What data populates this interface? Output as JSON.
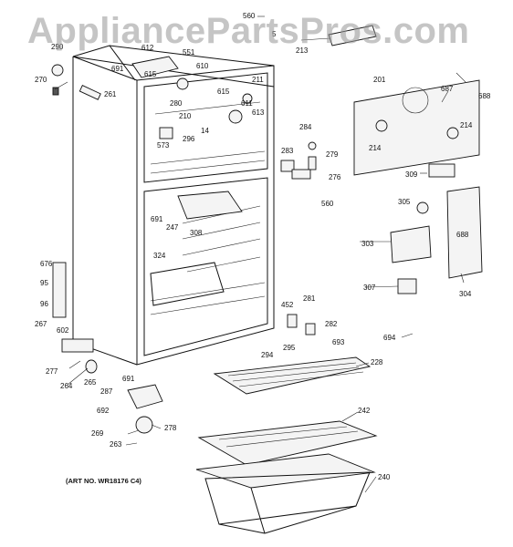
{
  "watermark": "AppliancePartsPros.com",
  "art_number": "(ART NO. WR18176 C4)",
  "labels": {
    "l560a": "560",
    "l5": "5",
    "l213": "213",
    "l290": "290",
    "l612": "612",
    "l551": "551",
    "l691a": "691",
    "l615a": "615",
    "l610": "610",
    "l270": "270",
    "l261": "261",
    "l211": "211",
    "l615b": "615",
    "l280": "280",
    "l611": "611",
    "l210": "210",
    "l613": "613",
    "l14": "14",
    "l573": "573",
    "l296": "296",
    "l201": "201",
    "l687": "687",
    "l688a": "688",
    "l214a": "214",
    "l214b": "214",
    "l284": "284",
    "l283": "283",
    "l279": "279",
    "l276": "276",
    "l560b": "560",
    "l309": "309",
    "l305": "305",
    "l688b": "688",
    "l303": "303",
    "l307": "307",
    "l304": "304",
    "l691b": "691",
    "l247": "247",
    "l308": "308",
    "l324": "324",
    "l676": "676",
    "l95": "95",
    "l96": "96",
    "l267": "267",
    "l602": "602",
    "l452": "452",
    "l281": "281",
    "l282": "282",
    "l294": "294",
    "l295": "295",
    "l693": "693",
    "l694": "694",
    "l277": "277",
    "l264": "264",
    "l265": "265",
    "l691c": "691",
    "l228": "228",
    "l287": "287",
    "l692": "692",
    "l242": "242",
    "l269": "269",
    "l278": "278",
    "l263": "263",
    "l240": "240"
  }
}
